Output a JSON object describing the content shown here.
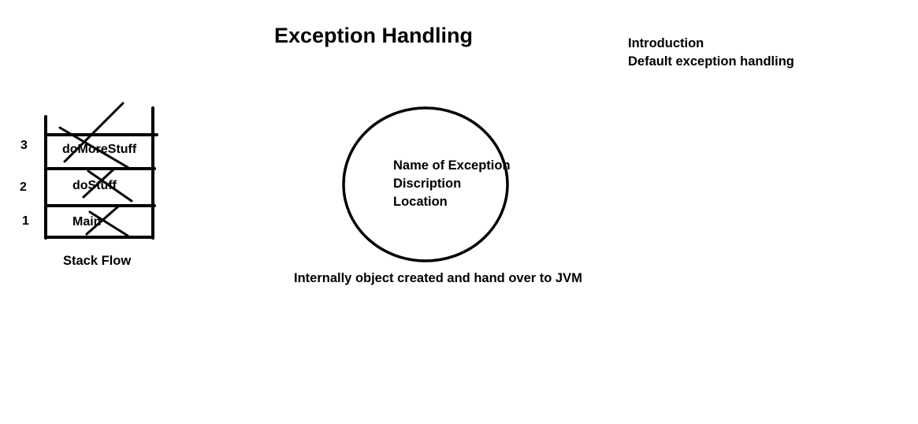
{
  "title": "Exception Handling",
  "topics": [
    "Introduction",
    "Default exception handling"
  ],
  "stack": {
    "caption": "Stack Flow",
    "frames": [
      {
        "index": "3",
        "label": "doMoreStuff"
      },
      {
        "index": "2",
        "label": "doStuff"
      },
      {
        "index": "1",
        "label": "Main"
      }
    ]
  },
  "exception_object": {
    "fields": [
      "Name of Exception",
      "Discription",
      "Location"
    ],
    "caption": "Internally object created and hand over to JVM"
  }
}
